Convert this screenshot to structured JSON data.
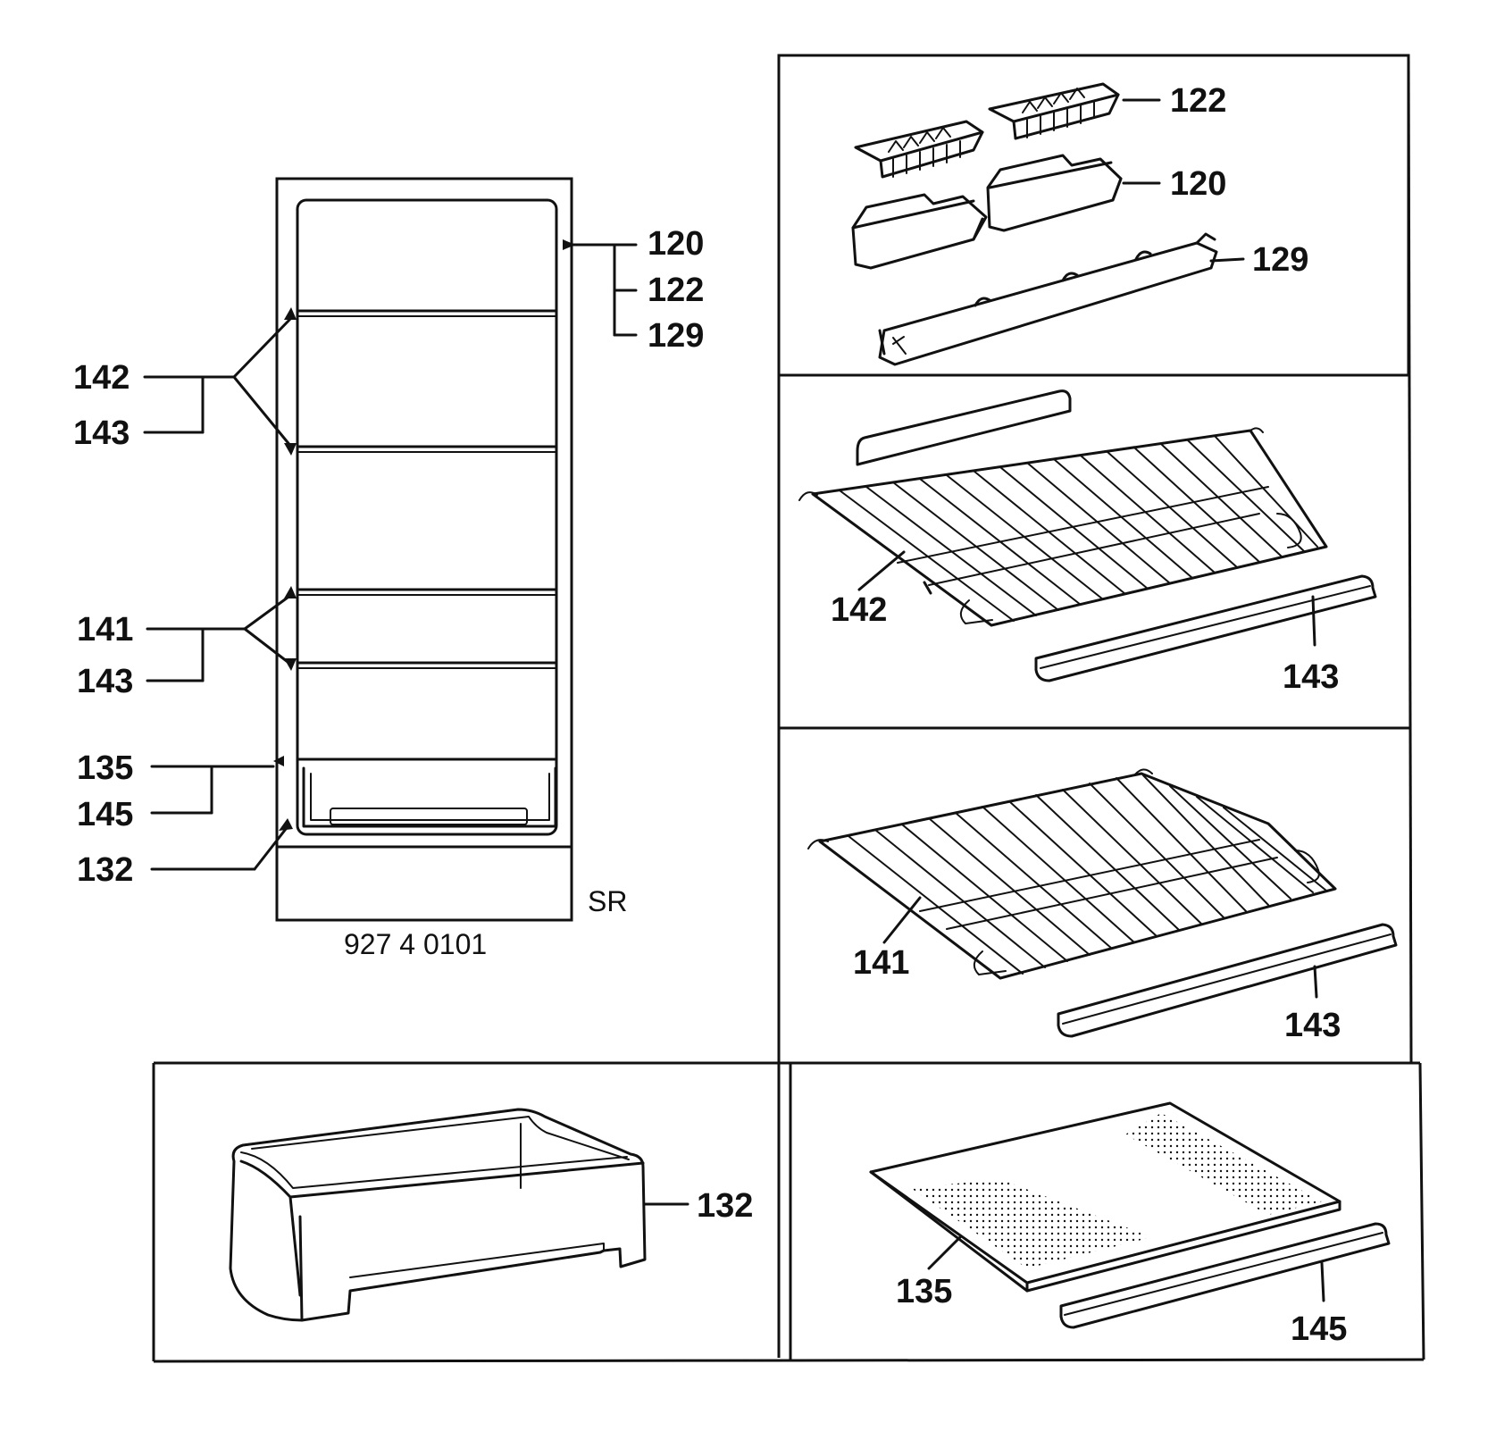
{
  "labels": {
    "cab_120": "120",
    "cab_122": "122",
    "cab_129": "129",
    "cab_142": "142",
    "cab_143a": "143",
    "cab_141": "141",
    "cab_143b": "143",
    "cab_135": "135",
    "cab_145": "145",
    "cab_132": "132",
    "sr": "SR",
    "model": "927 4 0101",
    "p_122": "122",
    "p_120": "120",
    "p_129": "129",
    "p_142": "142",
    "p_143a": "143",
    "p_141": "141",
    "p_143b": "143",
    "p_132": "132",
    "p_135": "135",
    "p_145": "145"
  }
}
